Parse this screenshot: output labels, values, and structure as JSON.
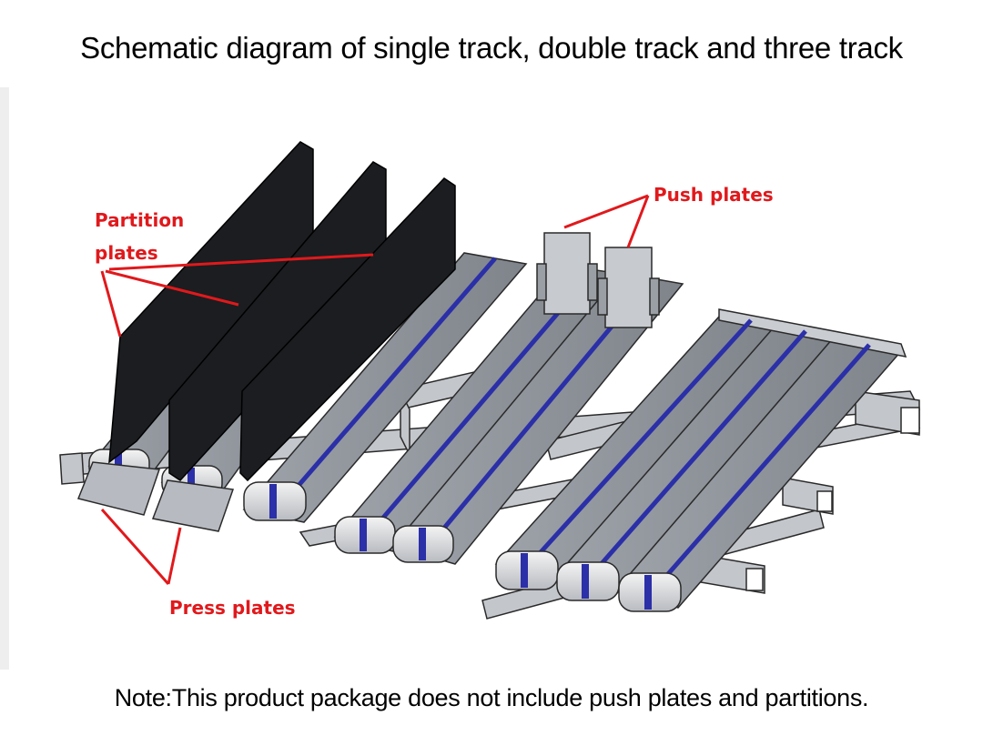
{
  "header": {
    "title": "Schematic diagram of single track, double track and three track"
  },
  "labels": {
    "partition_plates": [
      "Partition",
      "plates"
    ],
    "push_plates": "Push plates",
    "press_plates": "Press plates"
  },
  "footer": {
    "note": "Note:This product package does not include push plates and partitions."
  },
  "colors": {
    "annotation": "#e0191c",
    "belt": "#8a8f96",
    "belt_stripe": "#2b2fa8",
    "frame": "#b9bcc2",
    "partition": "#1b1d20",
    "outline": "#2a2a2a"
  }
}
